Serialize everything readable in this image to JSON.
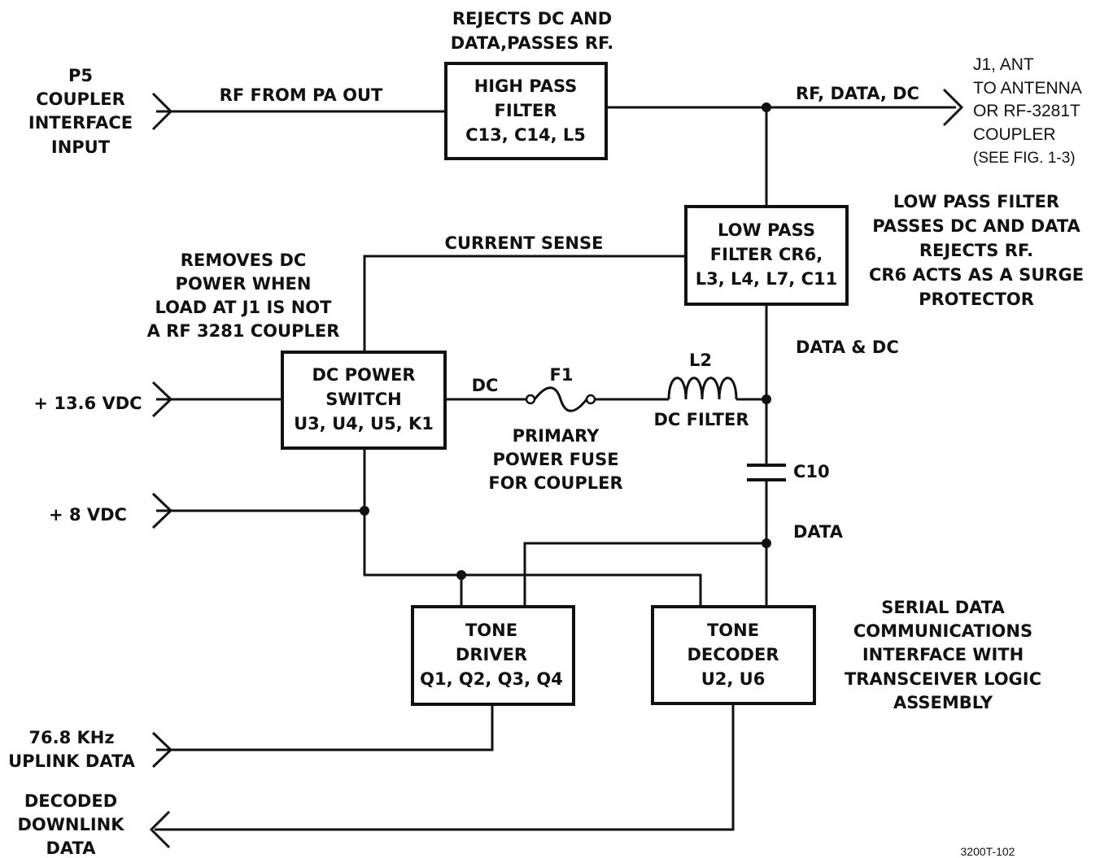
{
  "figure_id": "3200T-102",
  "blocks": {
    "high_pass_filter": [
      "HIGH PASS",
      "FILTER",
      "C13, C14, L5"
    ],
    "low_pass_filter": [
      "LOW PASS",
      "FILTER CR6,",
      "L3, L4, L7, C11"
    ],
    "dc_power_switch": [
      "DC POWER",
      "SWITCH",
      "U3, U4, U5, K1"
    ],
    "tone_driver": [
      "TONE",
      "DRIVER",
      "Q1, Q2, Q3, Q4"
    ],
    "tone_decoder": [
      "TONE",
      "DECODER",
      "U2, U6"
    ]
  },
  "io": {
    "p5_input": [
      "P5",
      "COUPLER",
      "INTERFACE",
      "INPUT"
    ],
    "plus_13_6_vdc": "+ 13.6 VDC",
    "plus_8_vdc": "+ 8 VDC",
    "uplink": [
      "76.8 KHz",
      "UPLINK DATA"
    ],
    "downlink": [
      "DECODED",
      "DOWNLINK",
      "DATA"
    ],
    "j1_output": [
      "J1, ANT",
      "TO ANTENNA",
      "OR RF-3281T",
      "COUPLER",
      "(SEE FIG. 1-3)"
    ]
  },
  "signals": {
    "rf_from_pa": "RF FROM PA OUT",
    "rf_data_dc": "RF, DATA, DC",
    "current_sense": "CURRENT SENSE",
    "dc": "DC",
    "data_and_dc": "DATA & DC",
    "data": "DATA"
  },
  "components": {
    "f1": "F1",
    "l2": "L2",
    "dc_filter": "DC FILTER",
    "c10": "C10"
  },
  "notes": {
    "hpf_note": [
      "REJECTS DC AND",
      "DATA,PASSES  RF."
    ],
    "lpf_note": [
      "LOW PASS FILTER",
      "PASSES DC AND DATA",
      "REJECTS RF.",
      "CR6 ACTS AS A SURGE",
      "PROTECTOR"
    ],
    "dc_switch_note": [
      "REMOVES DC",
      "POWER WHEN",
      "LOAD AT J1 IS NOT",
      "A RF 3281 COUPLER"
    ],
    "fuse_note": [
      "PRIMARY",
      "POWER FUSE",
      "FOR COUPLER"
    ],
    "serial_note": [
      "SERIAL DATA",
      "COMMUNICATIONS",
      "INTERFACE WITH",
      "TRANSCEIVER LOGIC",
      "ASSEMBLY"
    ]
  }
}
